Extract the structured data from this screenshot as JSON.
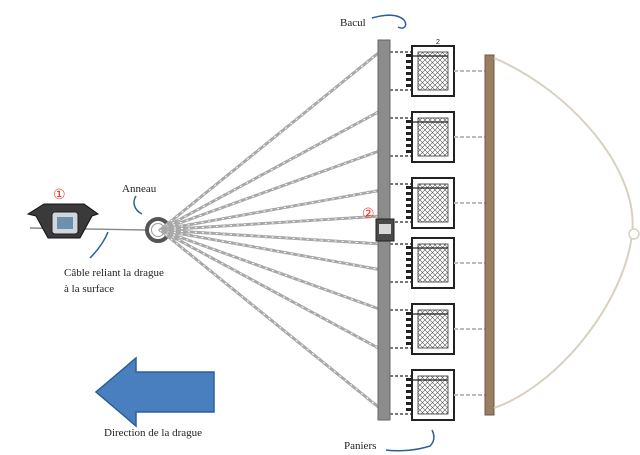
{
  "labels": {
    "marker_1": "①",
    "marker_2": "②",
    "bacul": "Bacul",
    "anneau": "Anneau",
    "cable_line1": "Câble reliant  la drague",
    "cable_line2": "à la surface",
    "direction": "Direction de la drague",
    "paniers": "Paniers",
    "basket_index": "2"
  },
  "colors": {
    "arrow": "#4a7fbf",
    "arrow_edge": "#2c5e9a",
    "bar": "#8c8c8c",
    "frame": "#9a7e62",
    "net": "#d9d0c2",
    "chain": "#a8a8a8",
    "marker": "#e23a2a",
    "annotation": "#2c5e9a"
  },
  "diagram": {
    "basket_count": 6,
    "chain_count": 10
  }
}
